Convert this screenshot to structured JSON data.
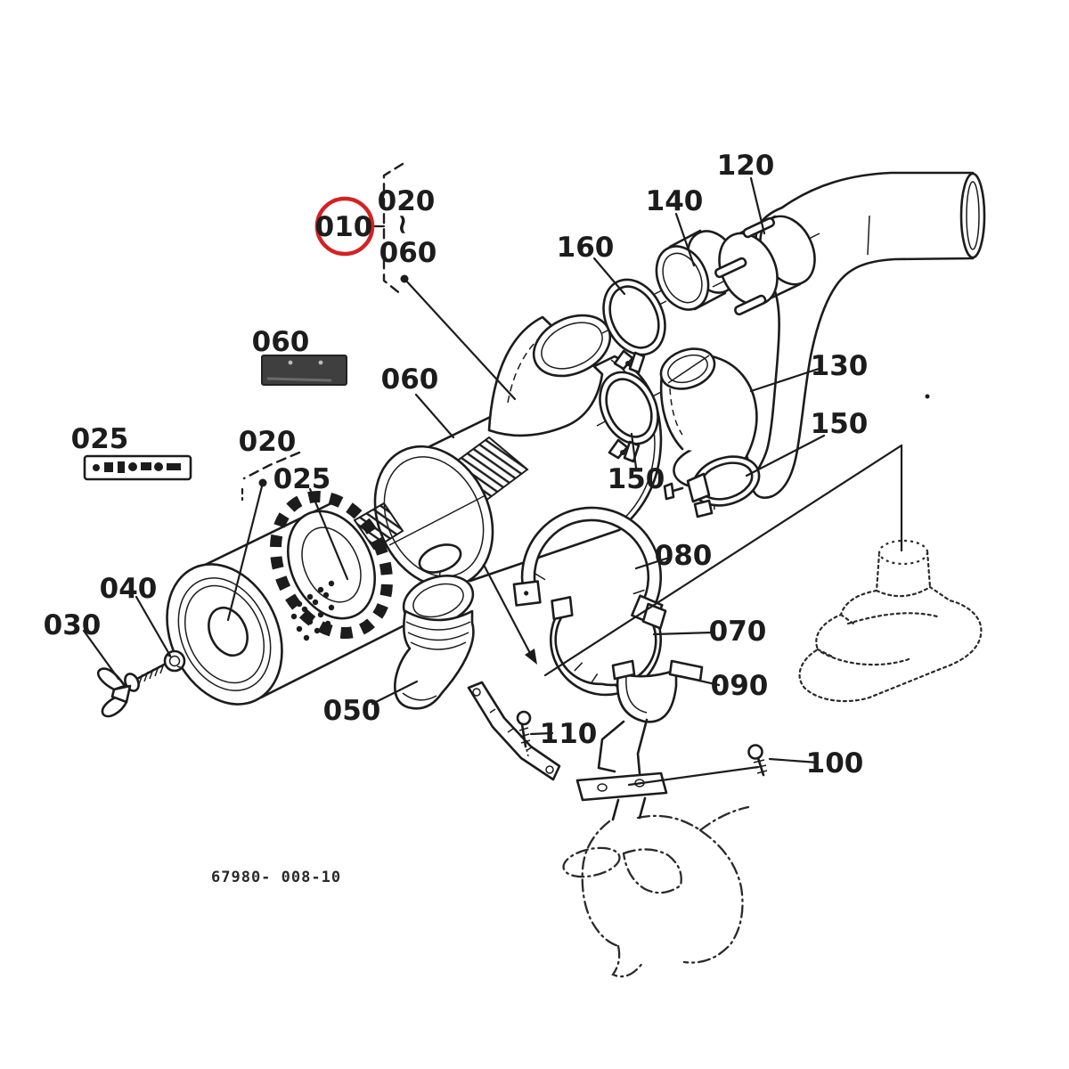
{
  "diagram": {
    "kind": "exploded-parts-diagram",
    "subject": "air cleaner assembly",
    "drawing_number": "67980- 008-10",
    "background": "#ffffff",
    "line_color": "#1c1c1c",
    "highlight_color": "#d42222"
  },
  "assembly_callout": {
    "ref": "010",
    "range_from": "020",
    "separator": "~",
    "range_to": "060",
    "highlighted": true
  },
  "callouts": [
    {
      "ref": "120",
      "part": "intake-hose-collar"
    },
    {
      "ref": "140",
      "part": "hose-sleeve"
    },
    {
      "ref": "160",
      "part": "hose-clamp"
    },
    {
      "ref": "130",
      "part": "elbow-hose"
    },
    {
      "ref": "150",
      "part": "hose-clamp-bolt-type"
    },
    {
      "ref": "150",
      "part": "hose-clamp-spring-type"
    },
    {
      "ref": "060",
      "part": "caution-label"
    },
    {
      "ref": "060",
      "part": "air-cleaner-body"
    },
    {
      "ref": "025",
      "part": "service-decal"
    },
    {
      "ref": "020",
      "part": "filter-element"
    },
    {
      "ref": "025",
      "part": "element-decal"
    },
    {
      "ref": "040",
      "part": "nut"
    },
    {
      "ref": "030",
      "part": "wing-bolt"
    },
    {
      "ref": "050",
      "part": "dust-ejector-valve"
    },
    {
      "ref": "080",
      "part": "band-clamp-upper"
    },
    {
      "ref": "070",
      "part": "cradle-lower"
    },
    {
      "ref": "090",
      "part": "mounting-bracket"
    },
    {
      "ref": "110",
      "part": "bolt-with-stay"
    },
    {
      "ref": "100",
      "part": "bolt"
    }
  ]
}
